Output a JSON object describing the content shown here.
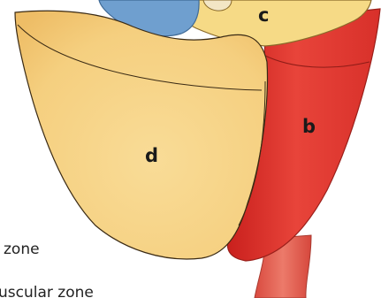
{
  "regions": {
    "b": {
      "label": "b",
      "color": "#e43a33"
    },
    "c": {
      "label": "c",
      "color": "#f6da86"
    },
    "d": {
      "label": "d",
      "color": "#f7d387"
    },
    "blue": {
      "color": "#6f9fcf"
    }
  },
  "legend": {
    "line1": "zone",
    "line2": "uscular zone"
  }
}
